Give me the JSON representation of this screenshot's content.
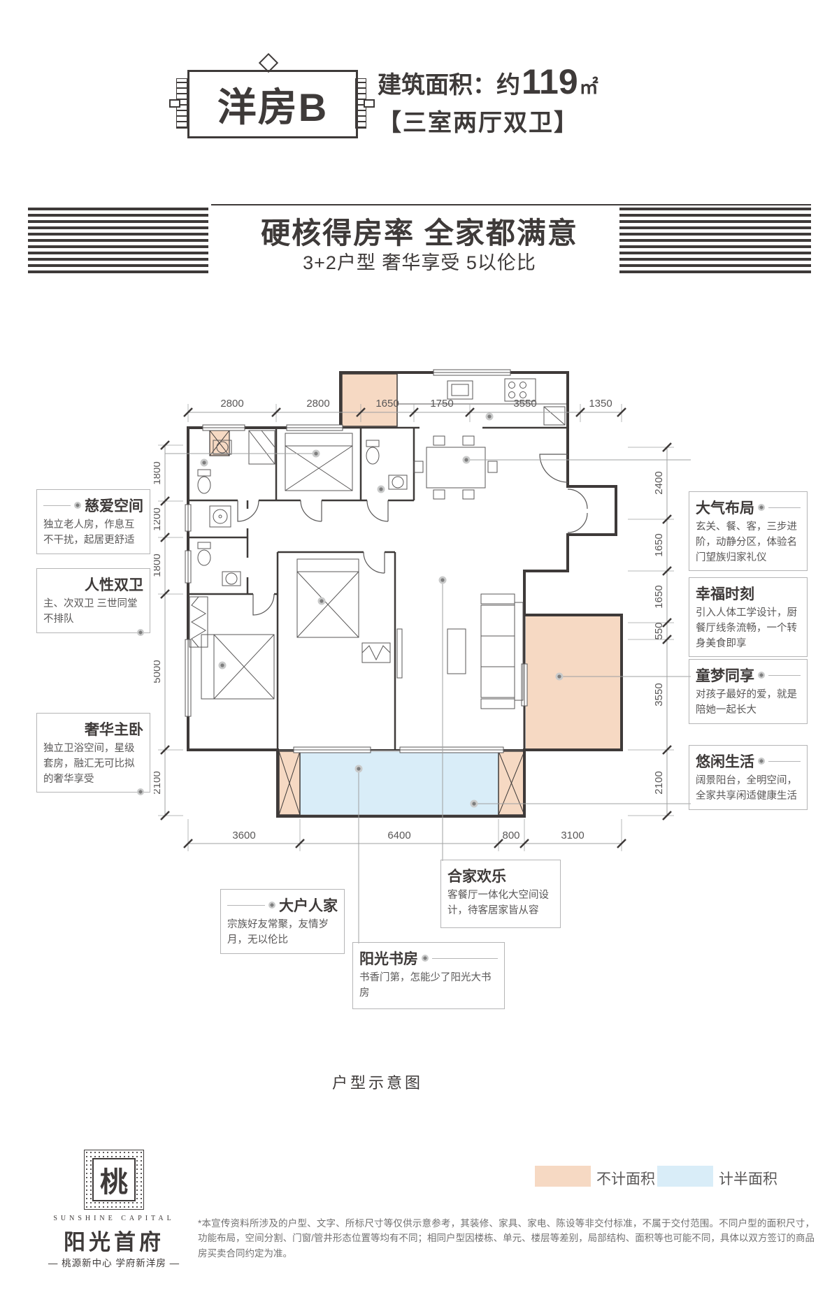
{
  "header": {
    "plaque": "洋房B",
    "area_label": "建筑面积：约",
    "area_value": "119",
    "area_unit": "㎡",
    "layout": "【三室两厅双卫】"
  },
  "banner": {
    "title": "硬核得房率 全家都满意",
    "subtitle": "3+2户型 奢华享受 5以伦比"
  },
  "floorplan": {
    "caption": "户型示意图",
    "dims_top": [
      "2800",
      "2800",
      "1650",
      "1750",
      "3550",
      "1350"
    ],
    "dims_bottom": [
      "3600",
      "6400",
      "800",
      "3100"
    ],
    "dims_left": [
      "1800",
      "1200",
      "1800",
      "5000",
      "2100"
    ],
    "dims_right": [
      "2400",
      "1650",
      "1650",
      "550",
      "3550",
      "2100"
    ]
  },
  "callouts": {
    "ciai": {
      "title": "慈爱空间",
      "body": "独立老人房，作息互不干扰，起居更舒适"
    },
    "renxing": {
      "title": "人性双卫",
      "body": "主、次双卫 三世同堂不排队"
    },
    "shehua": {
      "title": "奢华主卧",
      "body": "独立卫浴空间，星级套房，融汇无可比拟的奢华享受"
    },
    "daqi": {
      "title": "大气布局",
      "body": "玄关、餐、客，三步进阶，动静分区，体验名门望族归家礼仪"
    },
    "xingfu": {
      "title": "幸福时刻",
      "body": "引入人体工学设计，厨餐厅线条流畅，一个转身美食即享"
    },
    "tongmeng": {
      "title": "童梦同享",
      "body": "对孩子最好的爱，就是陪她一起长大"
    },
    "youxian": {
      "title": "悠闲生活",
      "body": "阔景阳台，全明空间，全家共享闲适健康生活"
    },
    "dahu": {
      "title": "大户人家",
      "body": "宗族好友常聚，友情岁月，无以伦比"
    },
    "hejia": {
      "title": "合家欢乐",
      "body": "客餐厅一体化大空间设计，待客居家皆从容"
    },
    "yangguang": {
      "title": "阳光书房",
      "body": "书香门第，怎能少了阳光大书房"
    }
  },
  "legend": {
    "not_counted": "不计面积",
    "half_counted": "计半面积"
  },
  "footer": {
    "seal_char": "桃",
    "brand_en": "SUNSHINE CAPITAL",
    "brand_cn": "阳光首府",
    "slogan": "— 桃源新中心  学府新洋房 —",
    "disclaimer": "*本宣传资料所涉及的户型、文字、所标尺寸等仅供示意参考，其装修、家具、家电、陈设等非交付标准，不属于交付范围。不同户型的面积尺寸，功能布局，空间分割、门窗/管井形态位置等均有不同；相同户型因楼栋、单元、楼层等差别，局部结构、面积等也可能不同，具体以双方签订的商品房买卖合同约定为准。"
  },
  "colors": {
    "ink": "#3e3a39",
    "grey_text": "#595757",
    "line_grey": "#9fa0a0",
    "box_border": "#b5b5b6",
    "peach": "#f6d9c3",
    "blue": "#d9edf8"
  }
}
